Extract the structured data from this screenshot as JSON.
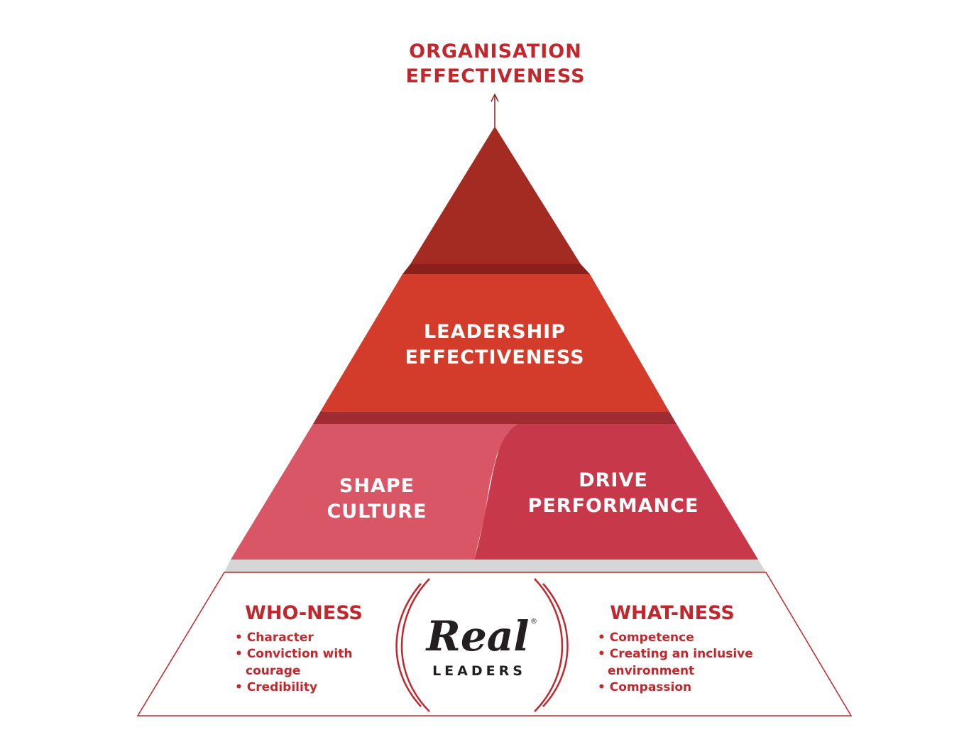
{
  "colors": {
    "apex": "#a32b22",
    "apex_band": "#8a2019",
    "leadership": "#d33c2b",
    "leadership_band": "#9f2b33",
    "shape_culture": "#d85666",
    "drive_performance": "#c7394a",
    "base_band": "#d6d6d6",
    "base_outline": "#c0282d",
    "text_red": "#c0282d",
    "text_white": "#ffffff"
  },
  "top": {
    "title_line1": "ORGANISATION",
    "title_line2": "EFFECTIVENESS"
  },
  "leadership": {
    "line1": "LEADERSHIP",
    "line2": "EFFECTIVENESS"
  },
  "shape_culture": {
    "line1": "SHAPE",
    "line2": "CULTURE"
  },
  "drive_performance": {
    "line1": "DRIVE",
    "line2": "PERFORMANCE"
  },
  "who_ness": {
    "title": "WHO-NESS",
    "items": [
      "• Character",
      "• Conviction with",
      "courage",
      "• Credibility"
    ]
  },
  "what_ness": {
    "title": "WHAT-NESS",
    "items": [
      "• Competence",
      "• Creating an inclusive",
      "environment",
      "• Compassion"
    ]
  },
  "logo": {
    "word": "Real",
    "registered": "®",
    "subword": "LEADERS"
  }
}
